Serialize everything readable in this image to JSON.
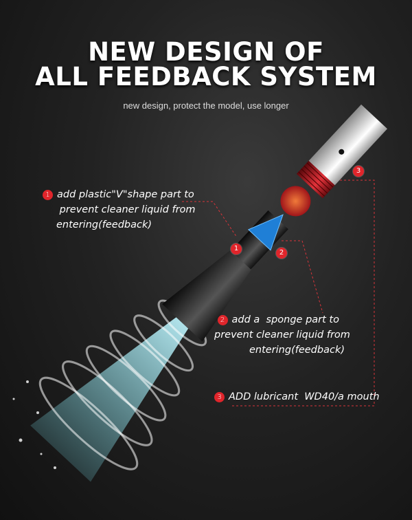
{
  "header": {
    "title_line1": "NEW DESIGN OF",
    "title_line2": "ALL FEEDBACK SYSTEM",
    "subtitle": "new design, protect the model, use longer"
  },
  "callouts": [
    {
      "number": "1",
      "lines": [
        "add plastic\"V\"shape part to",
        " prevent cleaner liquid from",
        "entering(feedback)"
      ]
    },
    {
      "number": "2",
      "lines": [
        "add a  sponge part to",
        "prevent cleaner liquid from",
        "entering(feedback)"
      ]
    },
    {
      "number": "3",
      "lines": [
        "ADD lubricant  WD40/a mouth"
      ]
    }
  ],
  "colors": {
    "accent": "#e0252b",
    "spray": "#7fe6f2",
    "cone": "#1f7fd6"
  }
}
